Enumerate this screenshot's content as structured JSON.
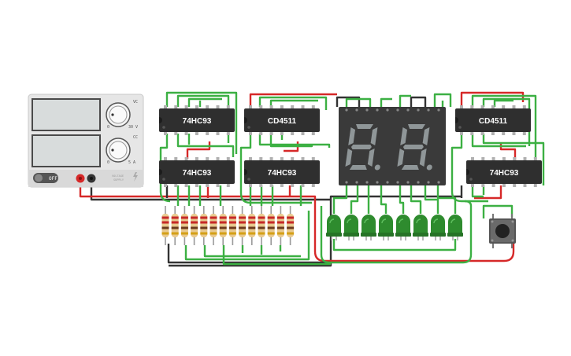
{
  "power_supply": {
    "switch_label": "OFF",
    "voltage_knob_min": "0",
    "voltage_knob_max": "30 V",
    "voltage_knob_tag": "VC",
    "current_knob_min": "0",
    "current_knob_max": "5 A",
    "current_knob_tag": "CC",
    "brand_line1": "VOLTAGE",
    "brand_line2": "SUPPLY",
    "colors": {
      "case": "#e6e6e6",
      "lcd": "#d8dcdc",
      "lcd_border": "#4a4a4a"
    }
  },
  "chips": {
    "counter_top_left": "74HC93",
    "counter_bottom_left": "74HC93",
    "decoder_top_middle": "CD4511",
    "counter_bottom_middle": "74HC93",
    "decoder_top_right": "CD4511",
    "counter_bottom_right": "74HC93"
  },
  "display": {
    "digits": 2,
    "segment_color": "#8f9698",
    "body_color": "#3a3a3a"
  },
  "resistors": {
    "count": 14
  },
  "leds": {
    "count": 8,
    "color": "#2e8b2e"
  },
  "button": {
    "icon": "push-button-icon"
  },
  "wire_colors": {
    "green": "#3cb043",
    "red": "#d62828",
    "black": "#333333"
  }
}
